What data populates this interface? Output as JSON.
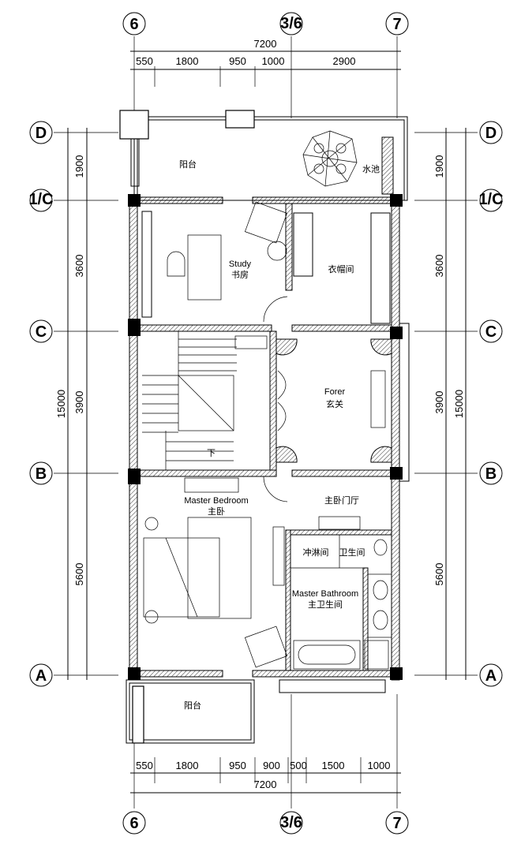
{
  "axes": {
    "top": [
      "6",
      "3/6",
      "7"
    ],
    "bottom": [
      "6",
      "3/6",
      "7"
    ],
    "left": [
      "D",
      "1/C",
      "C",
      "B",
      "A"
    ],
    "right": [
      "D",
      "1/C",
      "C",
      "B",
      "A"
    ]
  },
  "dimensions": {
    "top_total": "7200",
    "top_segments": [
      "550",
      "1800",
      "950",
      "1000",
      "2900"
    ],
    "bottom_segments": [
      "550",
      "1800",
      "950",
      "900",
      "500",
      "1500",
      "1000"
    ],
    "bottom_total": "7200",
    "left_total": "15000",
    "left_segments": [
      "1900",
      "3600",
      "3900",
      "5600"
    ],
    "right_total": "15000",
    "right_segments": [
      "1900",
      "3600",
      "3900",
      "5600"
    ]
  },
  "rooms": {
    "balcony_top": "阳台",
    "pool": "水池",
    "study_en": "Study",
    "study_cn": "书房",
    "cloakroom": "衣帽间",
    "foyer_en": "Forer",
    "foyer_cn": "玄关",
    "master_bedroom_en": "Master Bedroom",
    "master_bedroom_cn": "主卧",
    "bedroom_hall": "主卧门厅",
    "shower": "冲淋间",
    "toilet": "卫生间",
    "master_bath_en": "Master Bathroom",
    "master_bath_cn": "主卫生间",
    "balcony_bottom": "阳台",
    "stair_mark": "下"
  }
}
